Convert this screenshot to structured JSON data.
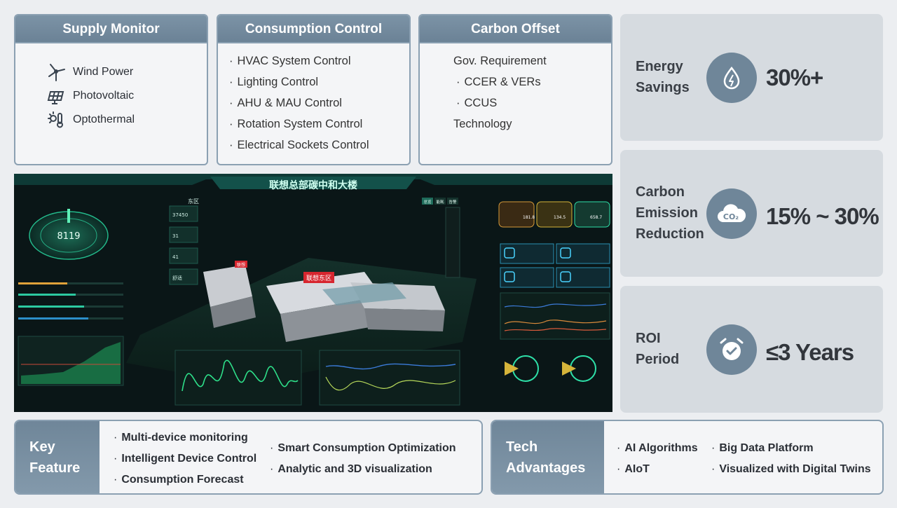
{
  "supply": {
    "title": "Supply Monitor",
    "items": [
      {
        "label": "Wind Power",
        "icon": "wind-turbine-icon"
      },
      {
        "label": "Photovoltaic",
        "icon": "solar-panel-icon"
      },
      {
        "label": "Optothermal",
        "icon": "sun-thermometer-icon"
      }
    ]
  },
  "consumption": {
    "title": "Consumption Control",
    "items": [
      "HVAC System Control",
      "Lighting Control",
      "AHU & MAU Control",
      "Rotation System Control",
      "Electrical Sockets Control"
    ]
  },
  "carbon": {
    "title": "Carbon Offset",
    "line1": "Gov. Requirement",
    "sub1": "CCER & VERs",
    "sub2": "CCUS",
    "line2": "Technology"
  },
  "stats": [
    {
      "label_l1": "Energy",
      "label_l2": "Savings",
      "value": "30%+",
      "icon": "energy-drop-icon"
    },
    {
      "label_l1": "Carbon",
      "label_l2": "Emission",
      "label_l3": "Reduction",
      "value": "15% ~ 30%",
      "icon": "co2-cloud-icon"
    },
    {
      "label_l1": "ROI",
      "label_l2": "Period",
      "value": "≤3 Years",
      "icon": "alarm-clock-icon"
    }
  ],
  "dashboard": {
    "title": "联想总部碳中和大楼",
    "sign_main": "联想东区",
    "sign_small": "联想",
    "area_label": "东区",
    "gauge_value": "8119",
    "left_values": [
      "37450",
      "31",
      "41",
      "舒适"
    ],
    "right_values": [
      "181.8",
      "134.5",
      "658.7"
    ],
    "tabs": [
      "总览",
      "能耗",
      "告警"
    ]
  },
  "key_feature": {
    "title_l1": "Key",
    "title_l2": "Feature",
    "col1": [
      "Multi-device monitoring",
      "Intelligent Device Control",
      "Consumption Forecast"
    ],
    "col2": [
      "Smart Consumption Optimization",
      "Analytic and 3D visualization"
    ]
  },
  "tech": {
    "title_l1": "Tech",
    "title_l2": "Advantages",
    "col1": [
      "AI Algorithms",
      "AIoT"
    ],
    "col2": [
      "Big Data Platform",
      "Visualized with Digital Twins"
    ]
  },
  "colors": {
    "header": "#6b8296",
    "stat_bg": "#d6dbe0",
    "icon_circle": "#6f8699",
    "dashboard_bg": "#0d1a1c",
    "dashboard_accent": "#1fd6a8"
  }
}
